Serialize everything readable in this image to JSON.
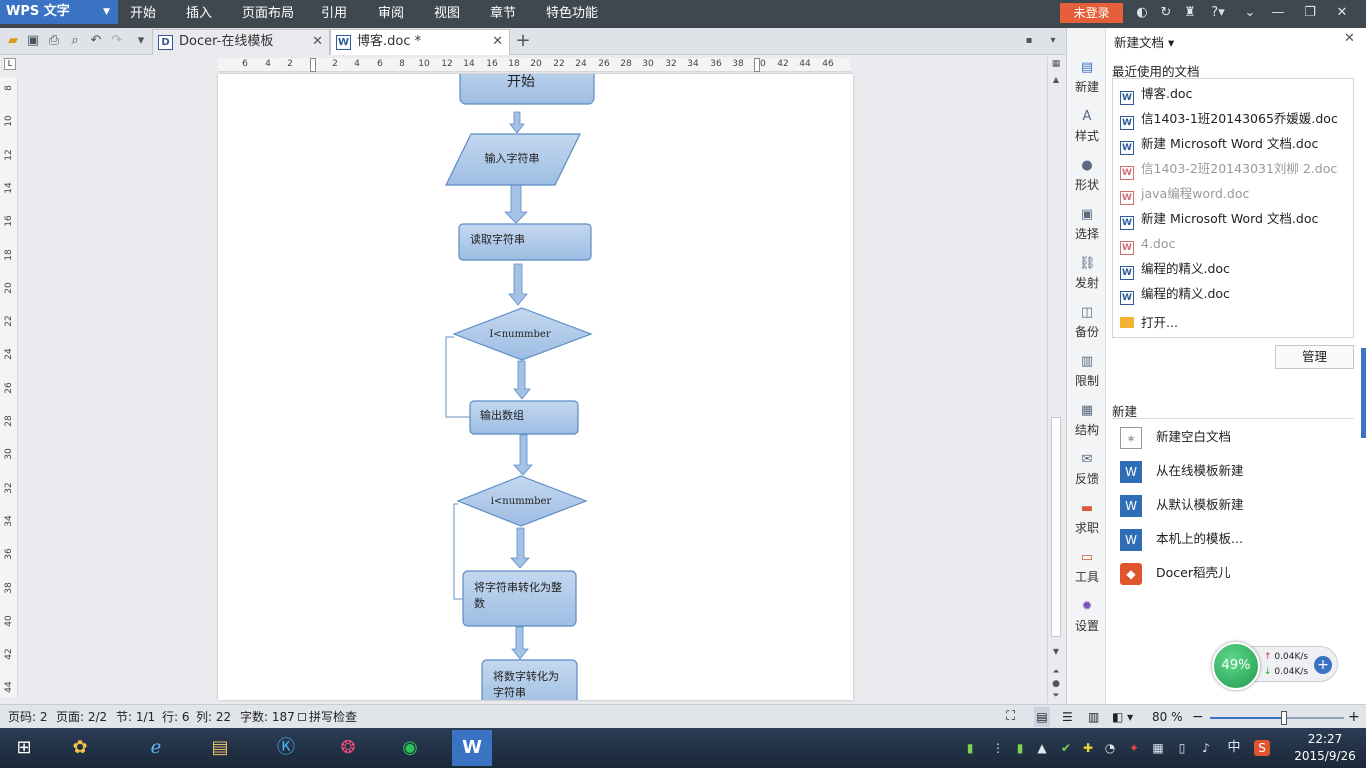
{
  "titlebar": {
    "app_name": "WPS 文字",
    "menus": [
      "开始",
      "插入",
      "页面布局",
      "引用",
      "审阅",
      "视图",
      "章节",
      "特色功能"
    ],
    "login_label": "未登录",
    "help_label": "?"
  },
  "tabs": [
    {
      "label": "Docer-在线模板",
      "icon": "D"
    },
    {
      "label": "博客.doc *",
      "icon": "W"
    }
  ],
  "ruler": {
    "h_ticks": [
      "6",
      "4",
      "2",
      "2",
      "4",
      "6",
      "8",
      "10",
      "12",
      "14",
      "16",
      "18",
      "20",
      "22",
      "24",
      "26",
      "28",
      "30",
      "32",
      "34",
      "36",
      "38",
      "40",
      "42",
      "44",
      "46"
    ],
    "v_ticks": [
      "8",
      "10",
      "12",
      "14",
      "16",
      "18",
      "20",
      "22",
      "24",
      "26",
      "28",
      "30",
      "32",
      "34",
      "36",
      "38",
      "40",
      "42",
      "44"
    ]
  },
  "flowchart": {
    "start": "开始",
    "input": "输入字符串",
    "read": "读取字符串",
    "cond1": "I<nummber",
    "output": "输出数组",
    "cond2": "i<nummber",
    "convert1_a": "将字符串转化为整",
    "convert1_b": "数",
    "convert2_a": "将数字转化为",
    "convert2_b": "字符串"
  },
  "sidebar": [
    {
      "label": "新建",
      "icon": "new-doc-icon"
    },
    {
      "label": "样式",
      "icon": "style-icon"
    },
    {
      "label": "形状",
      "icon": "shape-icon"
    },
    {
      "label": "选择",
      "icon": "select-icon"
    },
    {
      "label": "发射",
      "icon": "link-icon"
    },
    {
      "label": "备份",
      "icon": "backup-icon"
    },
    {
      "label": "限制",
      "icon": "restrict-icon"
    },
    {
      "label": "结构",
      "icon": "structure-icon"
    },
    {
      "label": "反馈",
      "icon": "feedback-icon"
    },
    {
      "label": "求职",
      "icon": "job-icon"
    },
    {
      "label": "工具",
      "icon": "toolbox-icon"
    },
    {
      "label": "设置",
      "icon": "settings-icon"
    }
  ],
  "pane": {
    "title": "新建文档",
    "recent_title": "最近使用的文档",
    "recent": [
      {
        "name": "博客.doc",
        "dim": false
      },
      {
        "name": "信1403-1班20143065乔媛媛.doc",
        "dim": false
      },
      {
        "name": "新建 Microsoft Word 文档.doc",
        "dim": false
      },
      {
        "name": "信1403-2班20143031刘柳 2.doc",
        "dim": true
      },
      {
        "name": "java编程word.doc",
        "dim": true
      },
      {
        "name": "新建 Microsoft Word 文档.doc",
        "dim": false
      },
      {
        "name": "4.doc",
        "dim": true
      },
      {
        "name": "编程的精义.doc",
        "dim": false
      },
      {
        "name": "编程的精义.doc",
        "dim": false
      }
    ],
    "open_label": "打开...",
    "manage_label": "管理",
    "new_title": "新建",
    "new_items": [
      {
        "label": "新建空白文档",
        "color": "#ffffff"
      },
      {
        "label": "从在线模板新建",
        "color": "#2f6db5"
      },
      {
        "label": "从默认模板新建",
        "color": "#2f6db5"
      },
      {
        "label": "本机上的模板...",
        "color": "#2f6db5"
      },
      {
        "label": "Docer稻壳儿",
        "color": "#e0552e"
      }
    ]
  },
  "net": {
    "percent": "49%",
    "up": "0.04K/s",
    "down": "0.04K/s"
  },
  "status": {
    "page_code": "页码: 2",
    "pages": "页面: 2/2",
    "section": "节: 1/1",
    "row": "行: 6",
    "col": "列: 22",
    "words": "字数: 187",
    "spell": "拼写检查",
    "zoom": "80 %",
    "zoom_level": 0.55
  },
  "clock": {
    "time": "22:27",
    "date": "2015/9/26"
  },
  "colors": {
    "shape_fill": "#a9c6e6",
    "shape_stroke": "#5b8cc5",
    "arrow": "#8db1dc",
    "accent": "#3a73c4"
  }
}
